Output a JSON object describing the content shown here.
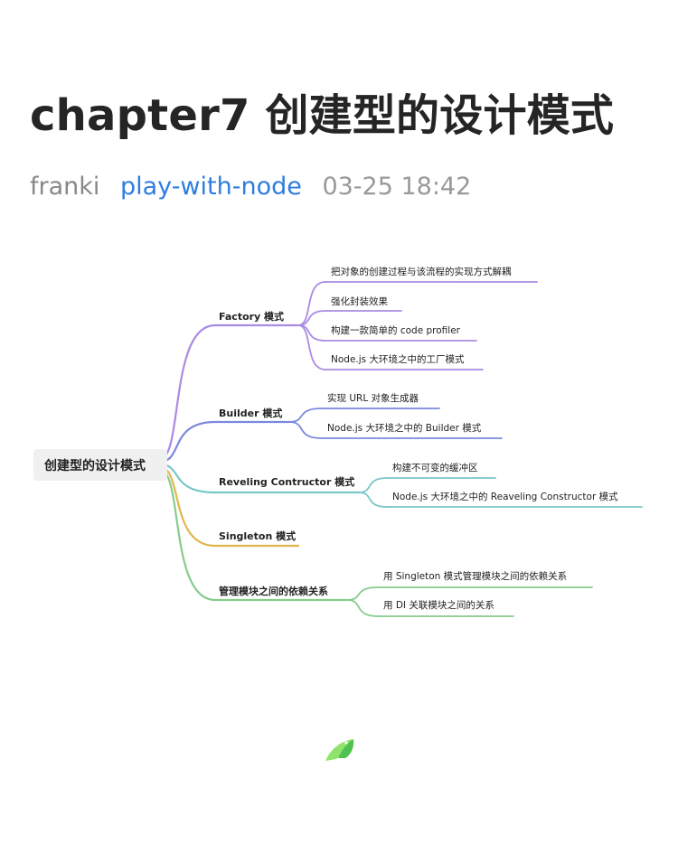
{
  "article": {
    "title": "chapter7 创建型的设计模式",
    "author": "franki",
    "tag": "play-with-node",
    "time": "03-25 18:42"
  },
  "mindmap": {
    "root": "创建型的设计模式",
    "branches": [
      {
        "label": "Factory 模式",
        "color": "#a98be3",
        "children": [
          "把对象的创建过程与该流程的实现方式解耦",
          "强化封装效果",
          "构建一款简单的 code profiler",
          "Node.js 大环境之中的工厂模式"
        ]
      },
      {
        "label": "Builder 模式",
        "color": "#7b89dd",
        "children": [
          "实现 URL 对象生成器",
          "Node.js 大环境之中的 Builder 模式"
        ]
      },
      {
        "label": "Reveling Contructor 模式",
        "color": "#79c7c9",
        "children": [
          "构建不可变的缓冲区",
          "Node.js 大环境之中的 Reaveling Constructor 模式"
        ]
      },
      {
        "label": "Singleton 模式",
        "color": "#e0b74d",
        "children": []
      },
      {
        "label": "管理模块之间的依赖关系",
        "color": "#86cc8c",
        "children": [
          "用 Singleton 模式管理模块之间的依赖关系",
          "用 DI 关联模块之间的关系"
        ]
      }
    ]
  },
  "logo": {
    "name": "bird-logo",
    "primary_color": "#4fc24f",
    "secondary_color": "#8fe36c"
  }
}
